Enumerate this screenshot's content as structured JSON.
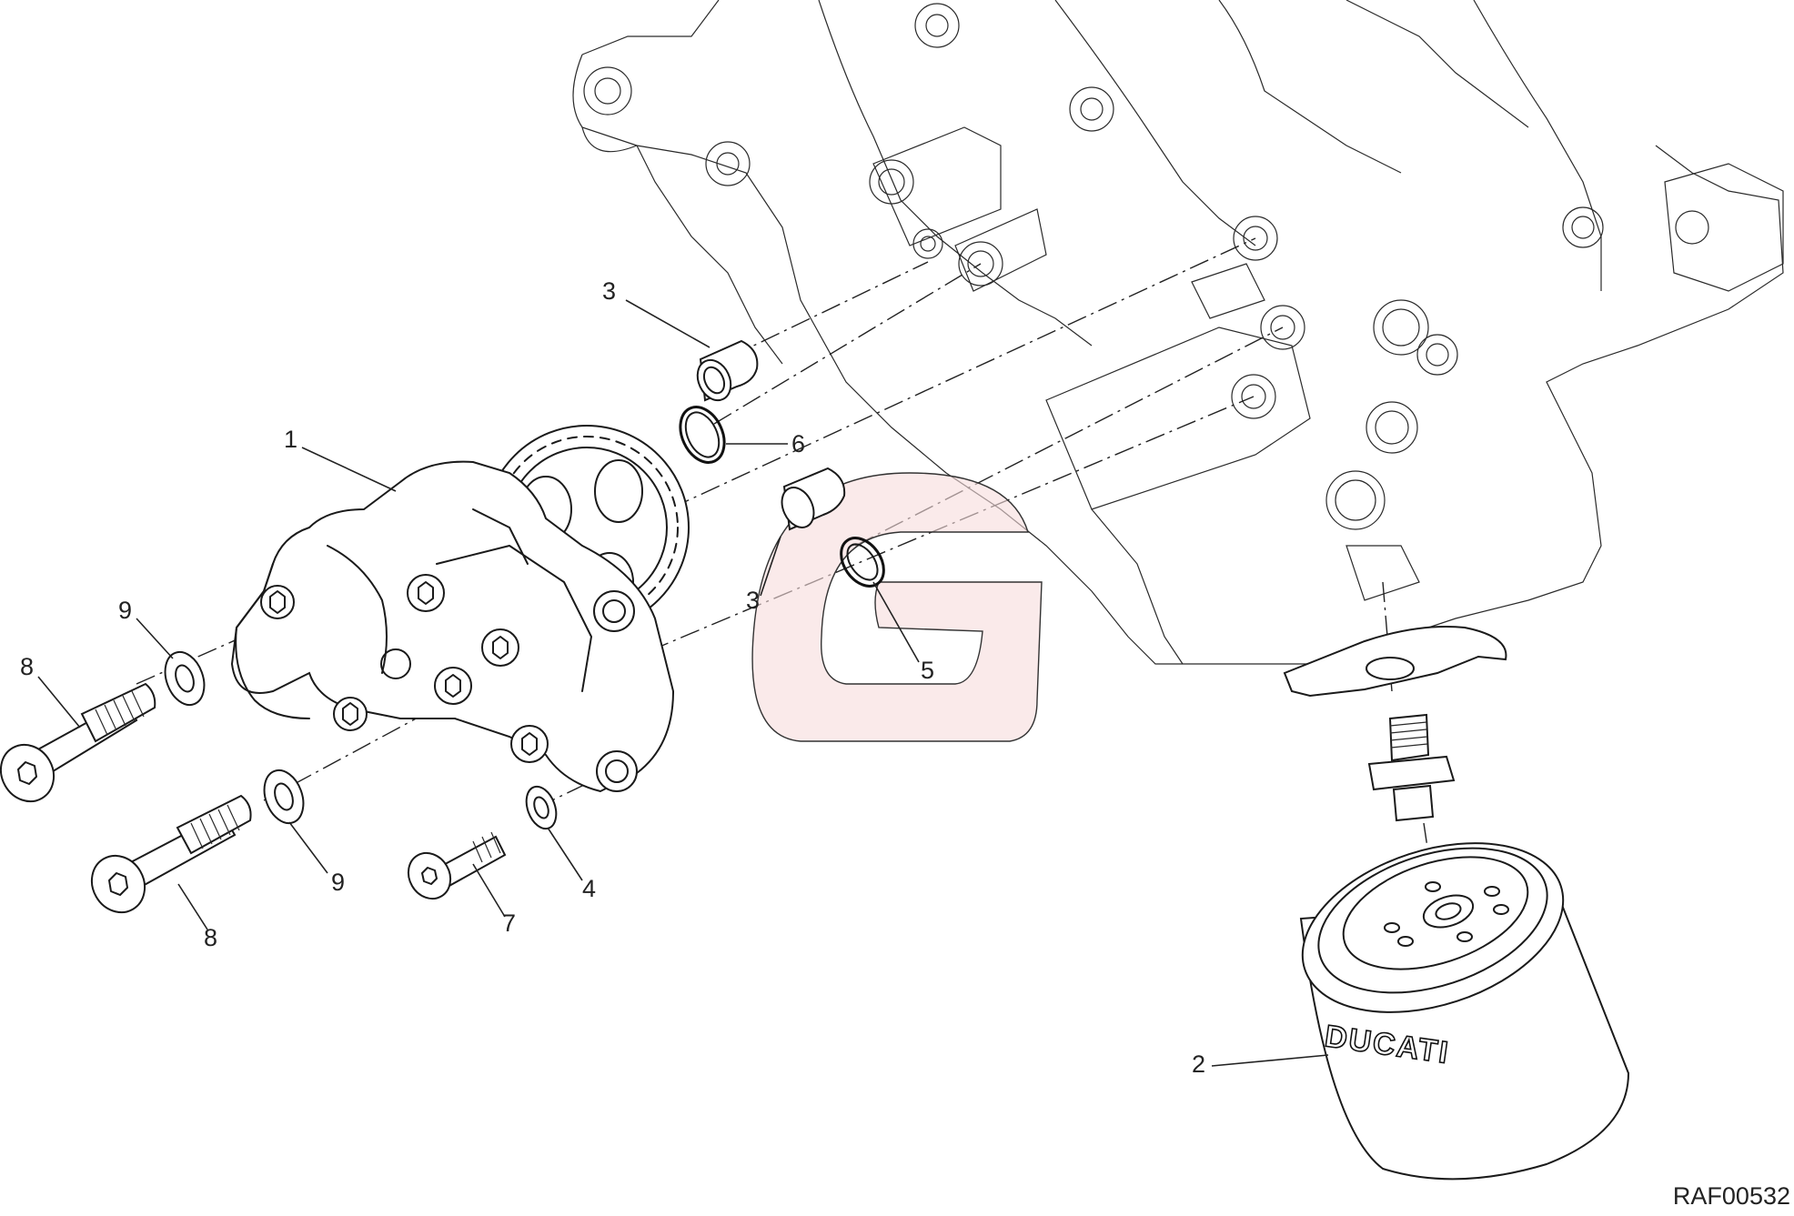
{
  "diagram": {
    "type": "exploded-parts-diagram",
    "subject": "Oil pump and oil filter assembly",
    "reference_code": "RAF00532",
    "watermark_letter": "G",
    "watermark_color": "#f6dcdc",
    "filter_brand_text": "DUCATI",
    "callouts": [
      {
        "id": "c1",
        "label": "1",
        "part": "oil-pump"
      },
      {
        "id": "c2",
        "label": "2",
        "part": "oil-filter-cartridge"
      },
      {
        "id": "c3a",
        "label": "3",
        "part": "dowel-bushing-upper"
      },
      {
        "id": "c3b",
        "label": "3",
        "part": "dowel-bushing-lower"
      },
      {
        "id": "c4",
        "label": "4",
        "part": "washer-small"
      },
      {
        "id": "c5",
        "label": "5",
        "part": "o-ring-lower"
      },
      {
        "id": "c6",
        "label": "6",
        "part": "o-ring-upper"
      },
      {
        "id": "c7",
        "label": "7",
        "part": "screw-short"
      },
      {
        "id": "c8a",
        "label": "8",
        "part": "screw-long-upper"
      },
      {
        "id": "c8b",
        "label": "8",
        "part": "screw-long-lower"
      },
      {
        "id": "c9a",
        "label": "9",
        "part": "washer-upper"
      },
      {
        "id": "c9b",
        "label": "9",
        "part": "washer-lower"
      }
    ]
  }
}
